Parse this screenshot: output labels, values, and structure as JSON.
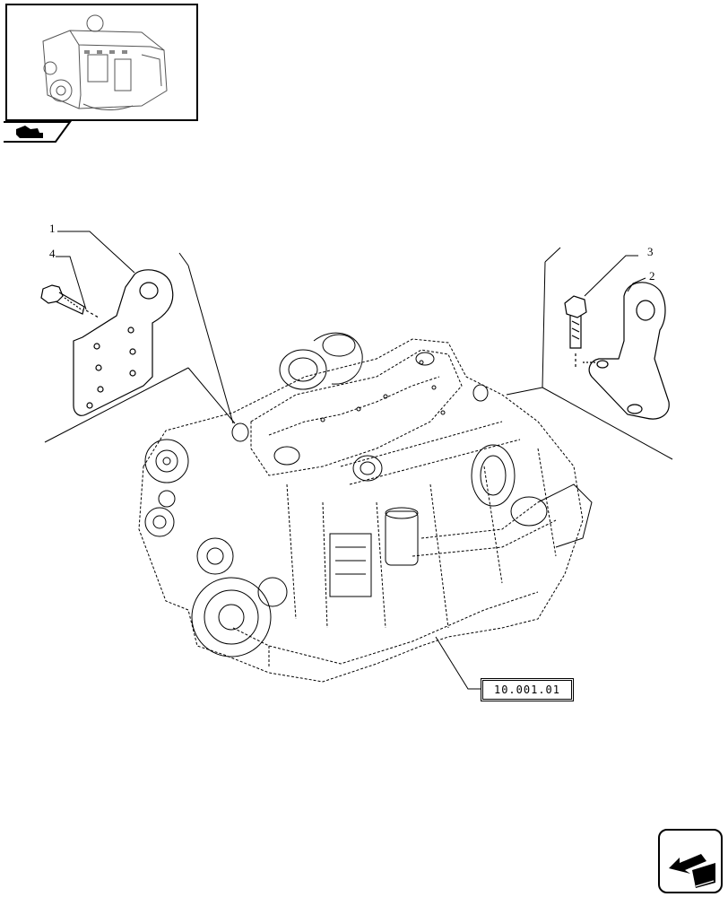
{
  "callouts": {
    "item_1": "1",
    "item_2": "2",
    "item_3": "3",
    "item_4": "4"
  },
  "reference": {
    "group_code": "10.001.01"
  },
  "icons": {
    "thumbnail": "engine-thumbnail-icon",
    "section_tab": "section-tab-icon",
    "navigation": "next-page-arrow-icon"
  },
  "colors": {
    "line": "#000000",
    "background": "#ffffff"
  }
}
